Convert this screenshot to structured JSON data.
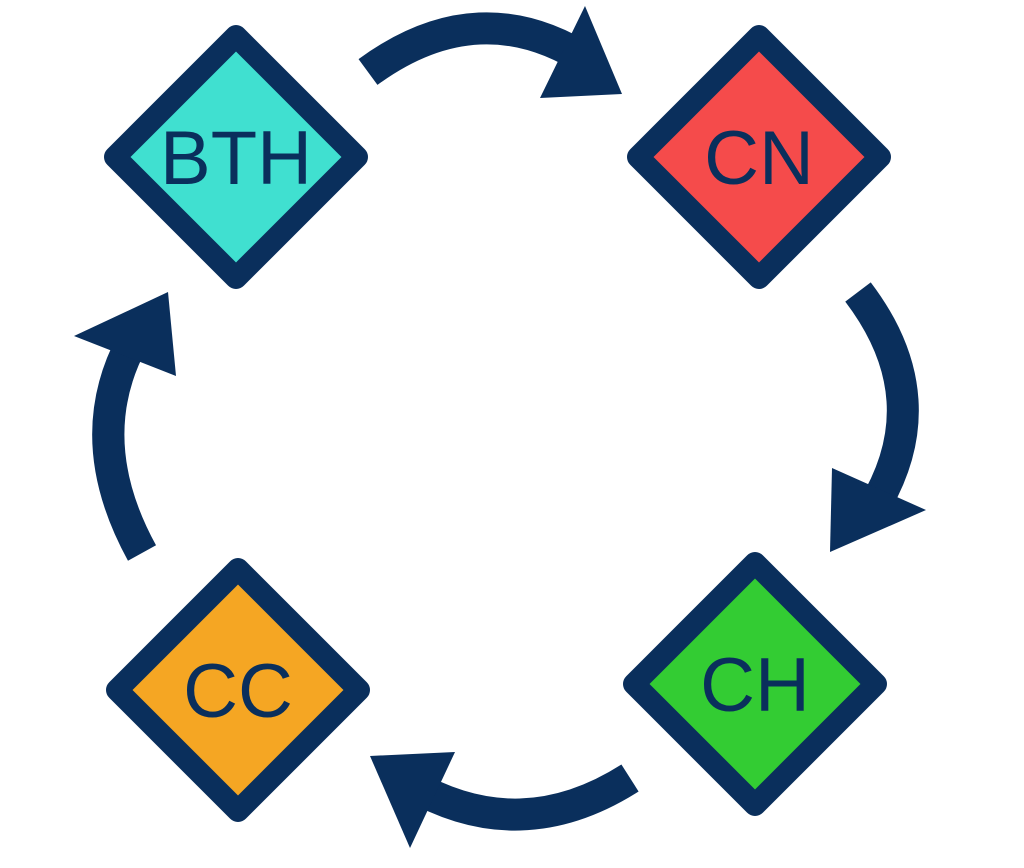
{
  "diagram": {
    "colors": {
      "outline": "#0a2f5c",
      "arrow": "#0a2f5c",
      "label": "#0a2f5c",
      "background": "#ffffff"
    },
    "nodes": [
      {
        "id": "bth",
        "label": "BTH",
        "fill": "#40e0d0"
      },
      {
        "id": "cn",
        "label": "CN",
        "fill": "#f54b4b"
      },
      {
        "id": "ch",
        "label": "CH",
        "fill": "#33cc33"
      },
      {
        "id": "cc",
        "label": "CC",
        "fill": "#f5a623"
      }
    ],
    "edges": [
      {
        "from": "bth",
        "to": "cn"
      },
      {
        "from": "cn",
        "to": "ch"
      },
      {
        "from": "ch",
        "to": "cc"
      },
      {
        "from": "cc",
        "to": "bth"
      }
    ]
  }
}
